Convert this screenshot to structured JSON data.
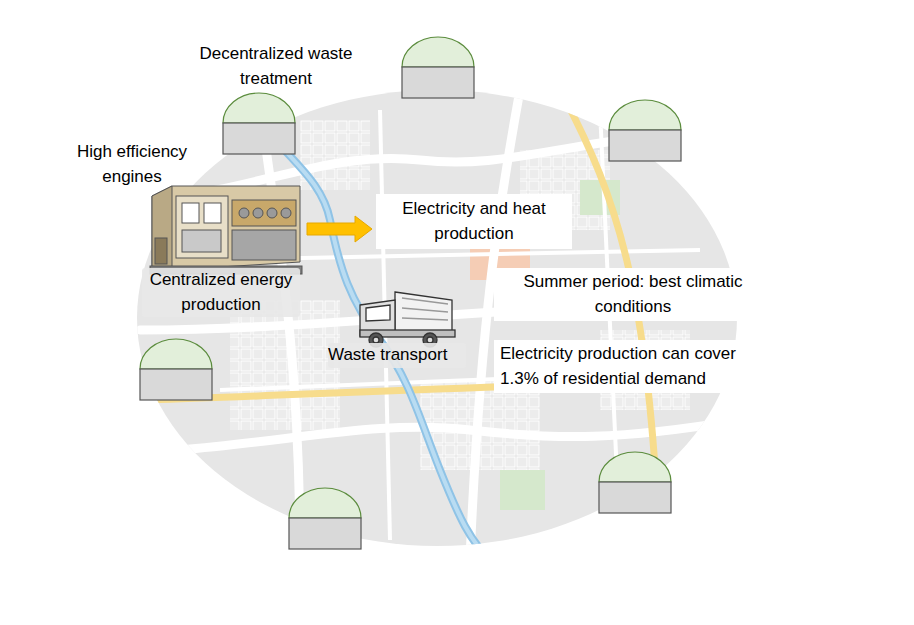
{
  "diagram": {
    "nodes": [
      {
        "text": [
          "Electricity and heat production"
        ]
      },
      {
        "text": [
          "Summer period: best climatic conditions"
        ]
      },
      {
        "text": [
          "Electricity production can cover 1.3% of residential demand"
        ]
      }
    ],
    "labels": [
      "Decentralized waste treatment",
      "High efficiency engines",
      "Centralized energy production",
      "Waste transport"
    ]
  }
}
